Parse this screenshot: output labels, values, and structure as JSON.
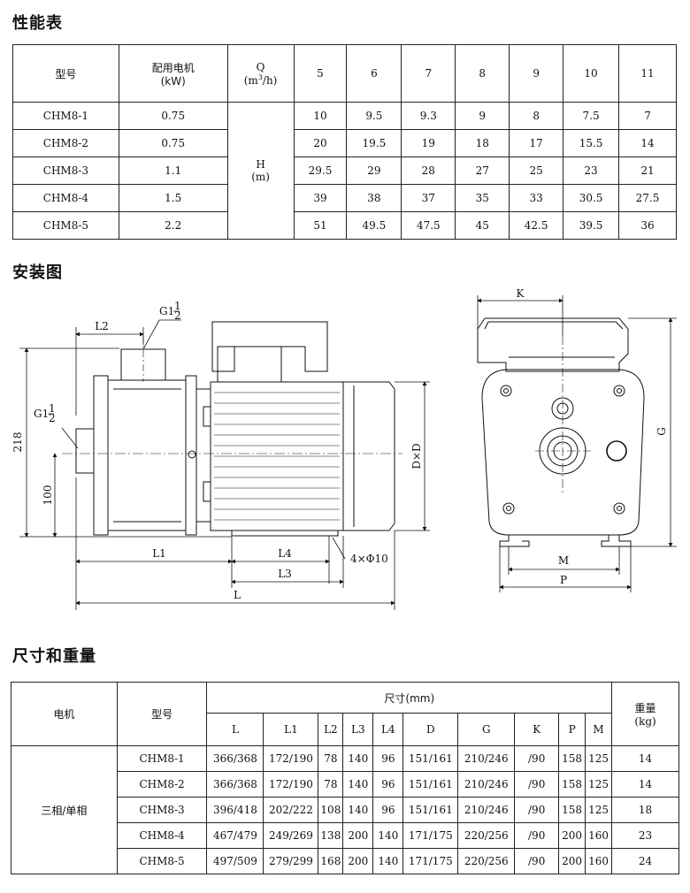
{
  "sections": {
    "performance": "性能表",
    "installation": "安装图",
    "dimensions": "尺寸和重量"
  },
  "performance": {
    "header": {
      "model": "型号",
      "motor": "配用电机",
      "motor_unit": "(kW)",
      "q": "Q",
      "q_unit_pre": "(m",
      "q_unit_sup": "3",
      "q_unit_post": "/h)",
      "flows": [
        "5",
        "6",
        "7",
        "8",
        "9",
        "10",
        "11"
      ]
    },
    "h_label": "H",
    "h_unit": "(m)",
    "rows": [
      {
        "model": "CHM8-1",
        "motor": "0.75",
        "h": [
          "10",
          "9.5",
          "9.3",
          "9",
          "8",
          "7.5",
          "7"
        ]
      },
      {
        "model": "CHM8-2",
        "motor": "0.75",
        "h": [
          "20",
          "19.5",
          "19",
          "18",
          "17",
          "15.5",
          "14"
        ]
      },
      {
        "model": "CHM8-3",
        "motor": "1.1",
        "h": [
          "29.5",
          "29",
          "28",
          "27",
          "25",
          "23",
          "21"
        ]
      },
      {
        "model": "CHM8-4",
        "motor": "1.5",
        "h": [
          "39",
          "38",
          "37",
          "35",
          "33",
          "30.5",
          "27.5"
        ]
      },
      {
        "model": "CHM8-5",
        "motor": "2.2",
        "h": [
          "51",
          "49.5",
          "47.5",
          "45",
          "42.5",
          "39.5",
          "36"
        ]
      }
    ]
  },
  "drawing": {
    "g_label": "G1",
    "frac_num": "1",
    "frac_den": "2",
    "labels": {
      "L2": "L2",
      "h218": "218",
      "h100": "100",
      "L1": "L1",
      "L4": "L4",
      "L3": "L3",
      "L": "L",
      "holes": "4×Φ10",
      "DxD": "D×D",
      "K": "K",
      "G": "G",
      "M": "M",
      "P": "P"
    }
  },
  "dimensions": {
    "header": {
      "motor": "电机",
      "model": "型号",
      "size": "尺寸(mm)",
      "weight": "重量",
      "weight_unit": "(kg)",
      "cols": [
        "L",
        "L1",
        "L2",
        "L3",
        "L4",
        "D",
        "G",
        "K",
        "P",
        "M"
      ]
    },
    "motor_type": "三相/单相",
    "rows": [
      {
        "model": "CHM8-1",
        "vals": [
          "366/368",
          "172/190",
          "78",
          "140",
          "96",
          "151/161",
          "210/246",
          "/90",
          "158",
          "125"
        ],
        "weight": "14"
      },
      {
        "model": "CHM8-2",
        "vals": [
          "366/368",
          "172/190",
          "78",
          "140",
          "96",
          "151/161",
          "210/246",
          "/90",
          "158",
          "125"
        ],
        "weight": "14"
      },
      {
        "model": "CHM8-3",
        "vals": [
          "396/418",
          "202/222",
          "108",
          "140",
          "96",
          "151/161",
          "210/246",
          "/90",
          "158",
          "125"
        ],
        "weight": "18"
      },
      {
        "model": "CHM8-4",
        "vals": [
          "467/479",
          "249/269",
          "138",
          "200",
          "140",
          "171/175",
          "220/256",
          "/90",
          "200",
          "160"
        ],
        "weight": "23"
      },
      {
        "model": "CHM8-5",
        "vals": [
          "497/509",
          "279/299",
          "168",
          "200",
          "140",
          "171/175",
          "220/256",
          "/90",
          "200",
          "160"
        ],
        "weight": "24"
      }
    ]
  }
}
